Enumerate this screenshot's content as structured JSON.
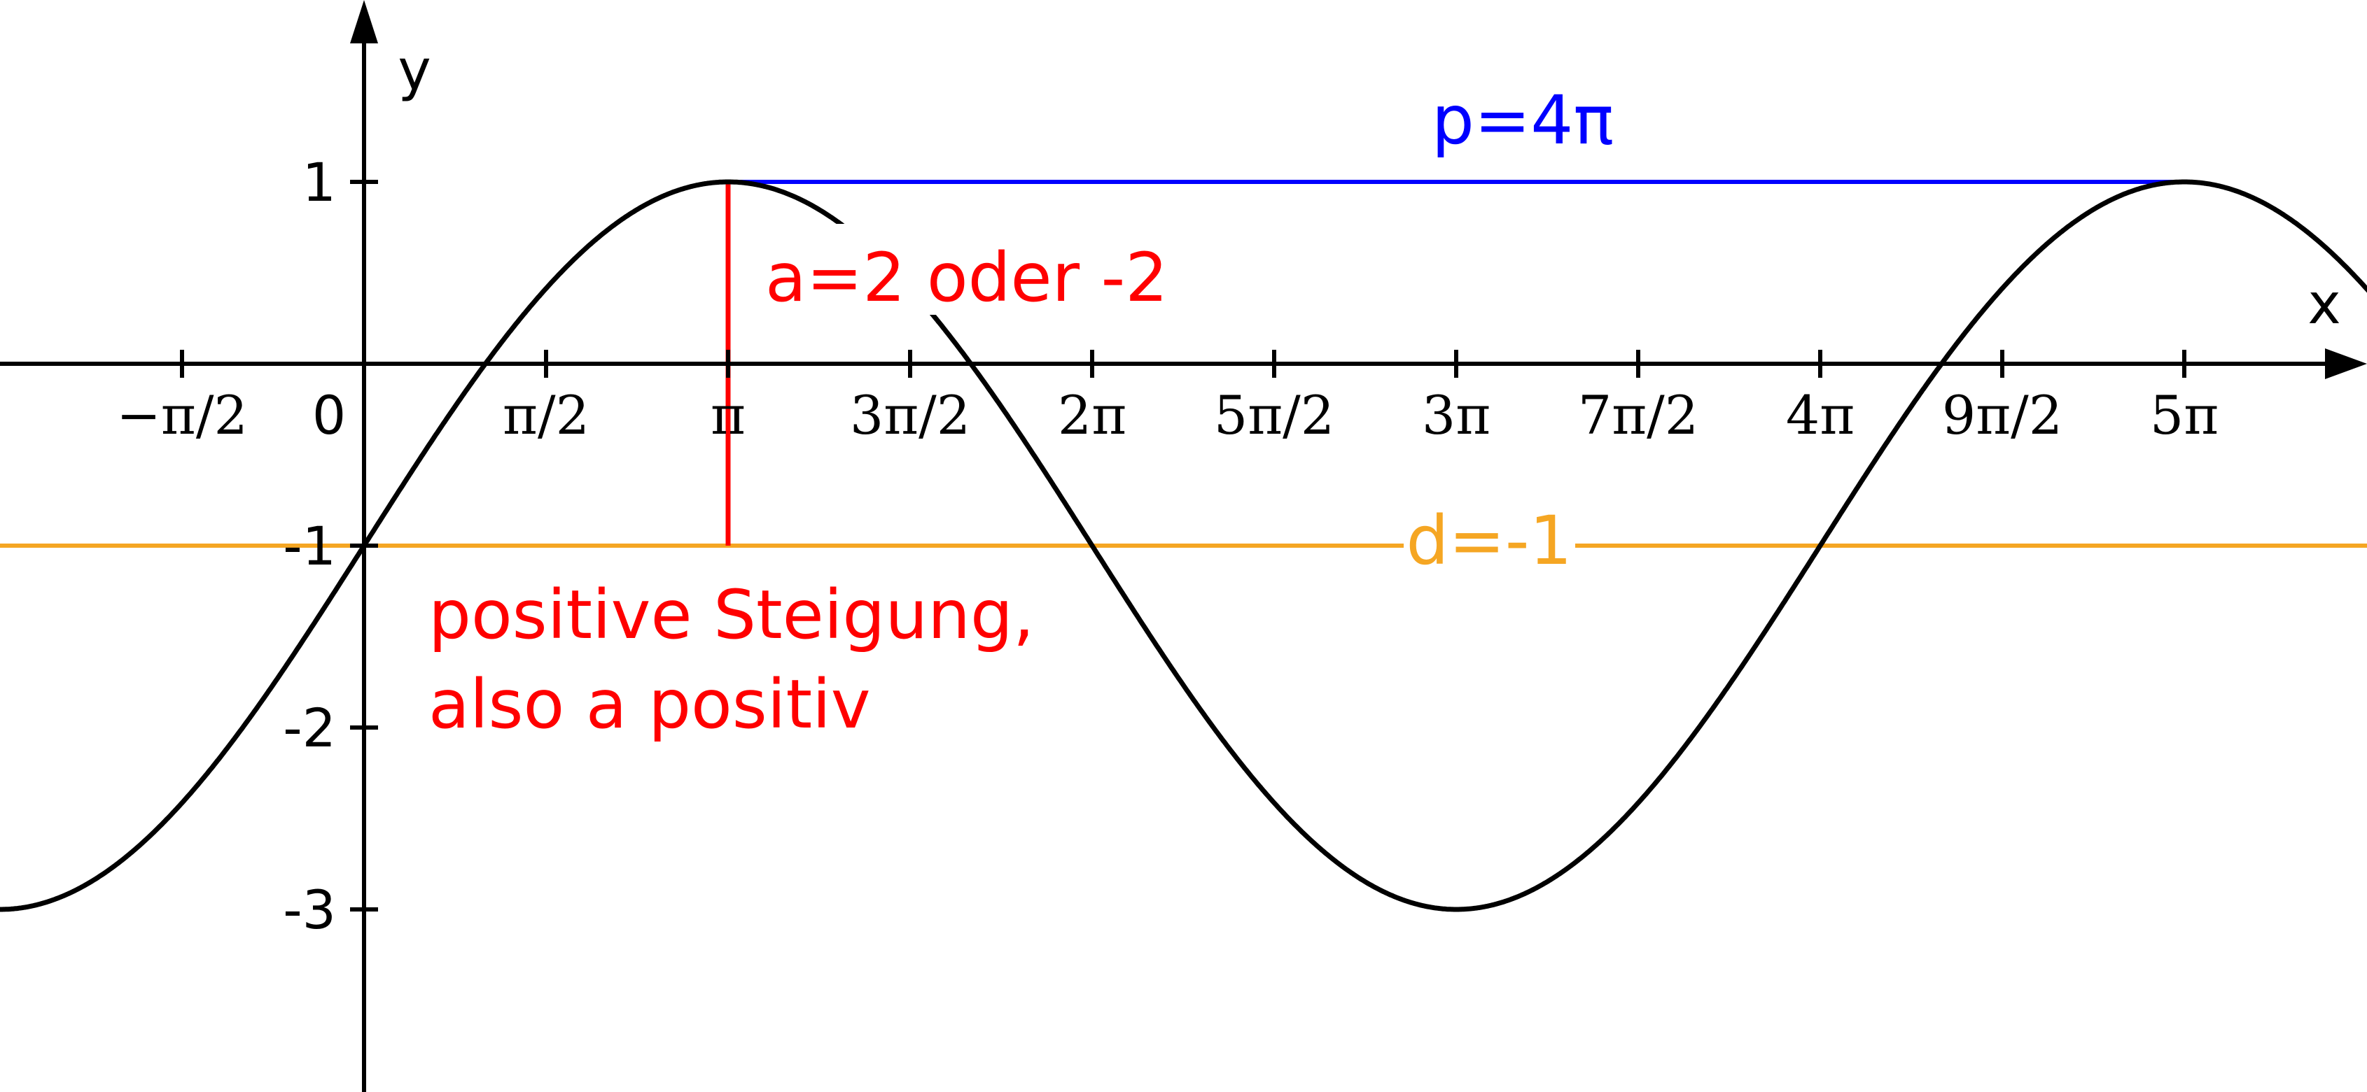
{
  "chart_data": {
    "type": "line",
    "xlabel": "x",
    "ylabel": "y",
    "xlim_pi": [
      -1,
      5.5
    ],
    "ylim": [
      -4,
      2
    ],
    "x_ticks": [
      {
        "v": -0.5,
        "label": "−π/2"
      },
      {
        "v": 0.5,
        "label": "π/2"
      },
      {
        "v": 1,
        "label": "π"
      },
      {
        "v": 1.5,
        "label": "3π/2"
      },
      {
        "v": 2,
        "label": "2π"
      },
      {
        "v": 2.5,
        "label": "5π/2"
      },
      {
        "v": 3,
        "label": "3π"
      },
      {
        "v": 3.5,
        "label": "7π/2"
      },
      {
        "v": 4,
        "label": "4π"
      },
      {
        "v": 4.5,
        "label": "9π/2"
      },
      {
        "v": 5,
        "label": "5π"
      }
    ],
    "origin_label": "0",
    "y_ticks": [
      {
        "v": 1,
        "label": "1"
      },
      {
        "v": -1,
        "label": "-1"
      },
      {
        "v": -2,
        "label": "-2"
      },
      {
        "v": -3,
        "label": "-3"
      }
    ],
    "curve": {
      "function": "y = 2·sin(x/2) − 1",
      "amplitude": 2,
      "frequency": 0.5,
      "offset": -1,
      "color": "#000000"
    },
    "annotations": {
      "period": {
        "label": "p=4π",
        "from_pi": 1,
        "to_pi": 5,
        "y": 1,
        "color": "#0000ff"
      },
      "amplitude": {
        "label": "a=2 oder -2",
        "x_pi": 1,
        "from_y": -1,
        "to_y": 1,
        "color": "#ff0000"
      },
      "offset": {
        "label": "d=-1",
        "y": -1,
        "color": "#f5a623"
      },
      "slope_note": {
        "lines": [
          "positive Steigung,",
          "also a positiv"
        ],
        "color": "#ff0000"
      }
    }
  }
}
